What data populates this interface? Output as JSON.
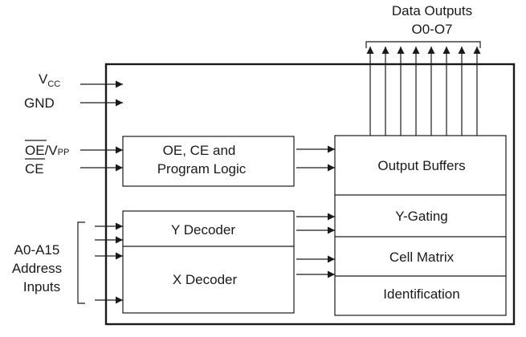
{
  "outputs": {
    "title": "Data Outputs",
    "range": "O0-O7"
  },
  "inputs": {
    "vcc": {
      "main": "V",
      "sub": "CC"
    },
    "gnd": "GND",
    "oe_vpp": {
      "oe": "OE",
      "slash": "/V",
      "sub": "PP"
    },
    "ce": "CE",
    "address": {
      "line1": "A0-A15",
      "line2": "Address",
      "line3": "Inputs"
    }
  },
  "blocks": {
    "control_logic": {
      "line1": "OE, CE and",
      "line2": "Program Logic"
    },
    "y_decoder": "Y Decoder",
    "x_decoder": "X Decoder",
    "output_buffers": "Output Buffers",
    "y_gating": "Y-Gating",
    "cell_matrix": "Cell Matrix",
    "identification": "Identification"
  },
  "colors": {
    "line": "#1a1a1a",
    "background": "#ffffff"
  }
}
